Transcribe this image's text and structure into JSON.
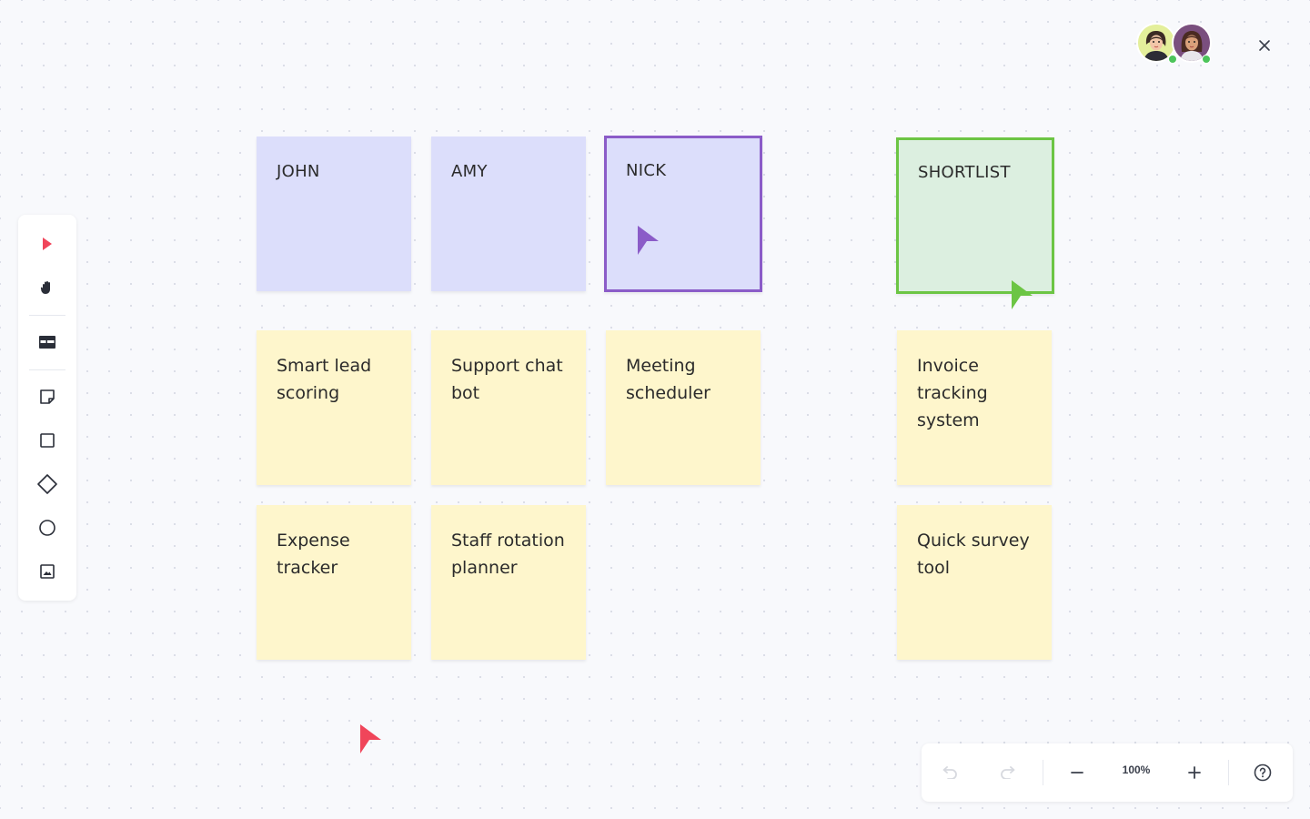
{
  "toolbar": {
    "tools": [
      "select-tool",
      "hand-tool",
      "table-tool",
      "sticky-note-tool",
      "rectangle-tool",
      "diamond-tool",
      "circle-tool",
      "image-tool"
    ],
    "accent_color": "#f0455a"
  },
  "board": {
    "headers": [
      {
        "label": "JOHN"
      },
      {
        "label": "AMY"
      },
      {
        "label": "NICK"
      },
      {
        "label": "SHORTLIST"
      }
    ],
    "notes": [
      {
        "text": "Smart lead scoring"
      },
      {
        "text": "Support chat bot"
      },
      {
        "text": "Meeting scheduler"
      },
      {
        "text": "Invoice tracking system"
      },
      {
        "text": "Expense tracker"
      },
      {
        "text": "Staff rotation planner"
      },
      {
        "text": "Quick survey tool"
      }
    ],
    "colors": {
      "header_note": "#dcdefb",
      "idea_note": "#fef6cc",
      "shortlist_note": "#dcefe0",
      "purple_selection": "#8b5cc8",
      "green_selection": "#6cc544"
    }
  },
  "collaborators": {
    "avatars": [
      "user-avatar-1",
      "user-avatar-2"
    ],
    "cursor_colors": [
      "#8b5cc8",
      "#6cc544",
      "#f0455a"
    ]
  },
  "zoom": {
    "level": "100%"
  }
}
